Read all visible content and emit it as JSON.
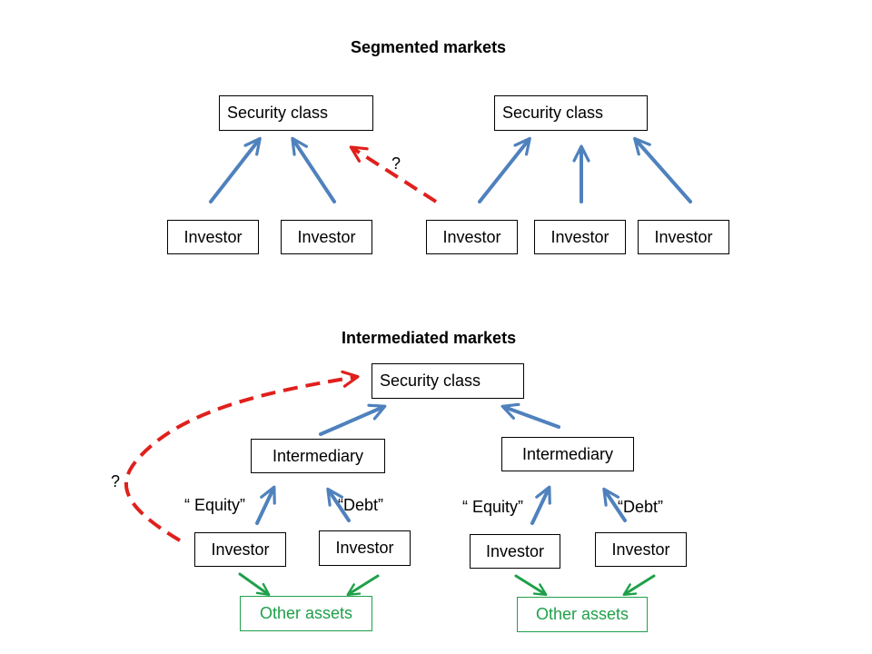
{
  "segmented": {
    "title": "Segmented markets",
    "security_class_left": "Security class",
    "security_class_right": "Security class",
    "investors": [
      "Investor",
      "Investor",
      "Investor",
      "Investor",
      "Investor"
    ],
    "question_mark": "?"
  },
  "intermediated": {
    "title": "Intermediated markets",
    "security_class": "Security class",
    "intermediary_left": "Intermediary",
    "intermediary_right": "Intermediary",
    "equity_left": "“ Equity”",
    "debt_left": "“Debt”",
    "equity_right": "“ Equity”",
    "debt_right": "“Debt”",
    "investors": [
      "Investor",
      "Investor",
      "Investor",
      "Investor"
    ],
    "other_assets_left": "Other assets",
    "other_assets_right": "Other assets",
    "question_mark": "?"
  },
  "colors": {
    "arrow_blue": "#4f81bd",
    "arrow_red_dashed": "#e0201c",
    "arrow_green": "#1fa04a"
  }
}
